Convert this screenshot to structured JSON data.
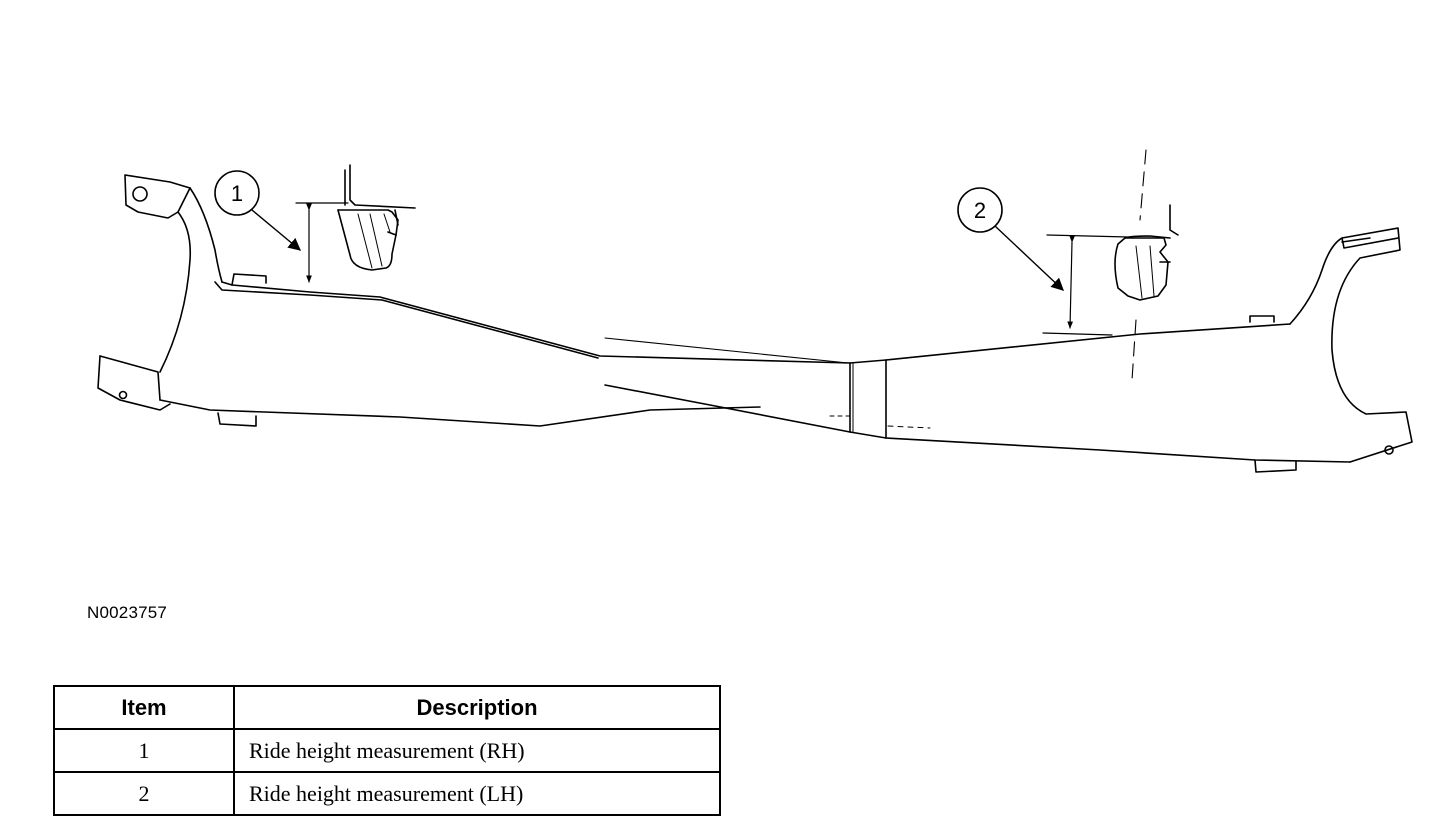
{
  "figure": {
    "id": "N0023757",
    "callouts": [
      "1",
      "2"
    ]
  },
  "legend": {
    "headers": [
      "Item",
      "Description"
    ],
    "rows": [
      {
        "item": "1",
        "description": "Ride height measurement (RH)"
      },
      {
        "item": "2",
        "description": "Ride height measurement (LH)"
      }
    ]
  }
}
